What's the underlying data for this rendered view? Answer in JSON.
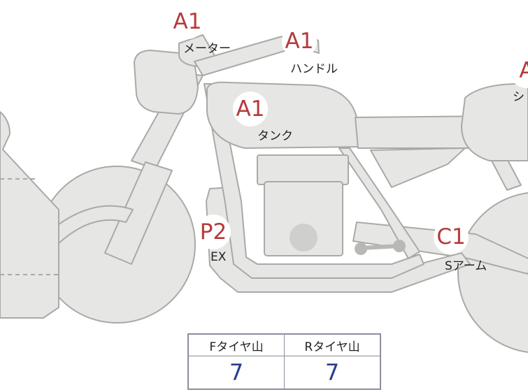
{
  "colors": {
    "bike_fill": "#e6e7e4",
    "bike_stroke": "#a9aaa7",
    "grade_text": "#b53a3a",
    "value_text": "#2a3c8c"
  },
  "parts": [
    {
      "grade": "A1",
      "label": "メーター"
    },
    {
      "grade": "A1",
      "label": "ハンドル"
    },
    {
      "grade": "A1",
      "label": "タンク"
    },
    {
      "grade": "A",
      "label": "シ"
    },
    {
      "grade": "P2",
      "label": "EX"
    },
    {
      "grade": "C1",
      "label": "Sアーム"
    }
  ],
  "tread_table": {
    "front_header": "Fタイヤ山",
    "rear_header": "Rタイヤ山",
    "front_value": "7",
    "rear_value": "7"
  }
}
